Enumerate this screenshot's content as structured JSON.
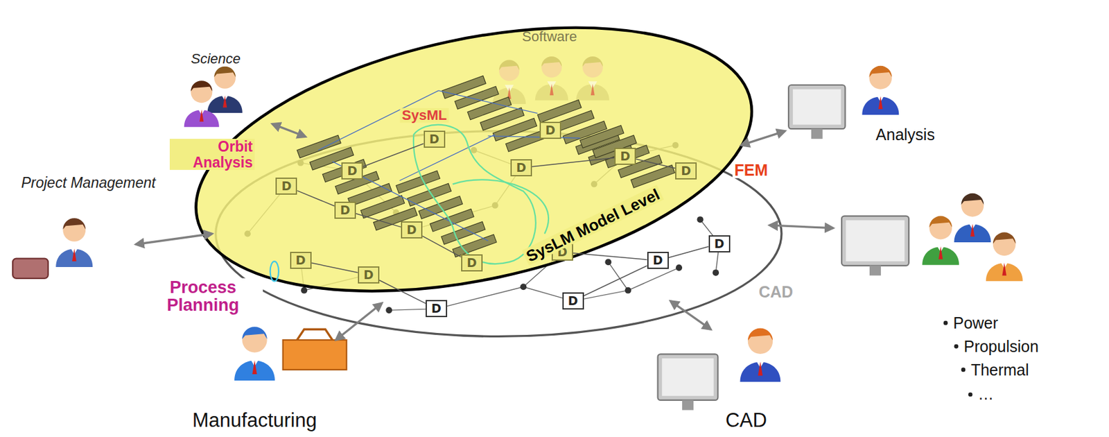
{
  "diagram": {
    "nodes": [
      {
        "text": [
          "D"
        ]
      },
      {
        "text": [
          "D"
        ]
      },
      {
        "text": [
          "D"
        ]
      },
      {
        "text": [
          "D"
        ]
      },
      {
        "text": [
          "D"
        ]
      },
      {
        "text": [
          "D"
        ]
      },
      {
        "text": [
          "D"
        ]
      },
      {
        "text": [
          "D"
        ]
      },
      {
        "text": [
          "D"
        ]
      },
      {
        "text": [
          "D"
        ]
      },
      {
        "text": [
          "D"
        ]
      },
      {
        "text": [
          "D"
        ]
      },
      {
        "text": [
          "D"
        ]
      },
      {
        "text": [
          "D"
        ]
      },
      {
        "text": [
          "D"
        ]
      },
      {
        "text": [
          "D"
        ]
      },
      {
        "text": [
          "D"
        ]
      }
    ],
    "edges": [
      {
        "from": 2,
        "to": 3,
        "arrow": "none"
      },
      {
        "from": 3,
        "to": 4,
        "arrow": "none"
      },
      {
        "from": 5,
        "to": 6,
        "arrow": "none"
      },
      {
        "from": 6,
        "to": 7,
        "arrow": "none"
      },
      {
        "from": 4,
        "to": 8,
        "arrow": "none"
      },
      {
        "from": 1,
        "to": 0,
        "arrow": "none"
      },
      {
        "from": 9,
        "to": 11,
        "arrow": "none"
      },
      {
        "from": 11,
        "to": 12,
        "arrow": "none"
      },
      {
        "from": 13,
        "to": 14,
        "arrow": "none"
      },
      {
        "from": 14,
        "to": 15,
        "arrow": "none"
      },
      {
        "from": 16,
        "to": 14,
        "arrow": "none"
      }
    ],
    "labels": [
      "Science",
      "Software",
      "Orbit Analysis",
      "SysML",
      "Project Management",
      "FEM",
      "Analysis",
      "SysLM Model Level",
      "Process Planning",
      "CAD",
      "Manufacturing",
      "CAD",
      "Power",
      "Propulsion",
      "Thermal",
      "…"
    ]
  }
}
